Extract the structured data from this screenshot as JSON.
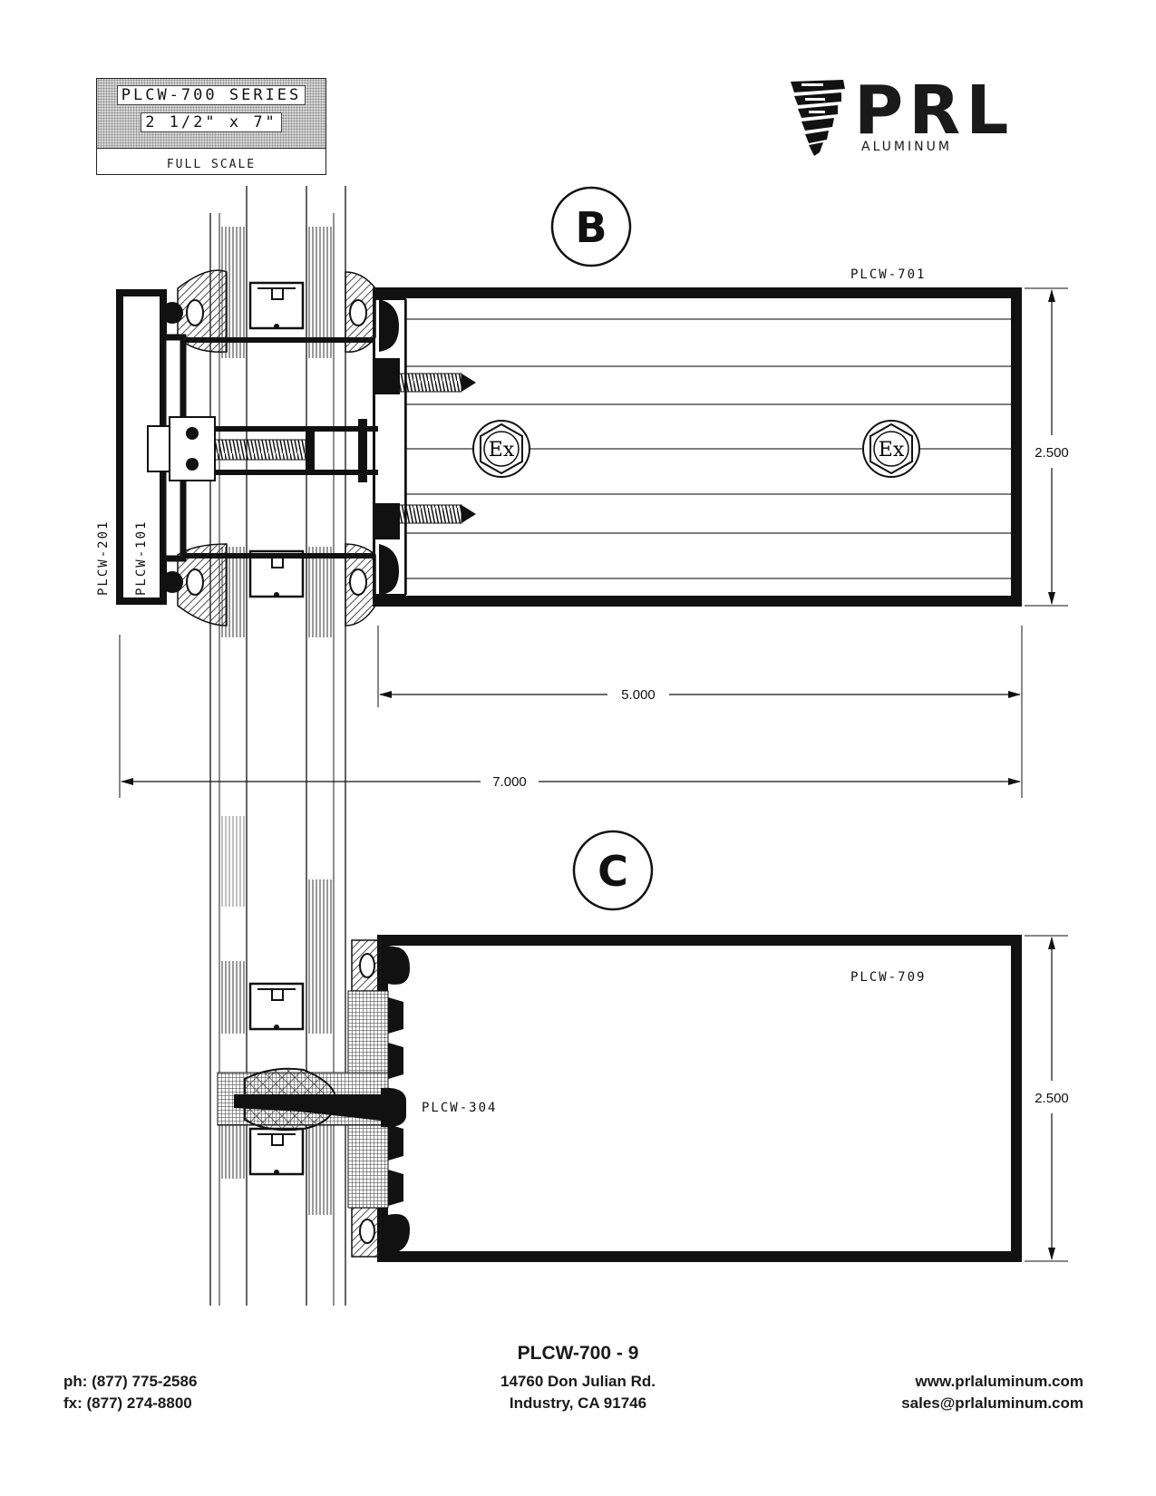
{
  "title_block": {
    "series": "PLCW-700 SERIES",
    "size": "2 1/2\" x 7\"",
    "scale": "FULL SCALE"
  },
  "logo": {
    "name": "PRL",
    "sub": "ALUMINUM"
  },
  "details": {
    "b": {
      "label": "B",
      "part_main": "PLCW-701",
      "part_left_outer": "PLCW-201",
      "part_left_inner": "PLCW-101",
      "dim_height": "2.500",
      "dim_width_5": "5.000",
      "dim_width_7": "7.000",
      "fastener_mark": "Ex"
    },
    "c": {
      "label": "C",
      "part_main": "PLCW-709",
      "part_insert": "PLCW-304",
      "dim_height": "2.500"
    }
  },
  "footer": {
    "page": "PLCW-700  - 9",
    "phone": "ph: (877) 775-2586",
    "fax": "fx: (877) 274-8800",
    "address_1": "14760 Don Julian Rd.",
    "address_2": "Industry, CA 91746",
    "website": "www.prlaluminum.com",
    "email": "sales@prlaluminum.com"
  }
}
